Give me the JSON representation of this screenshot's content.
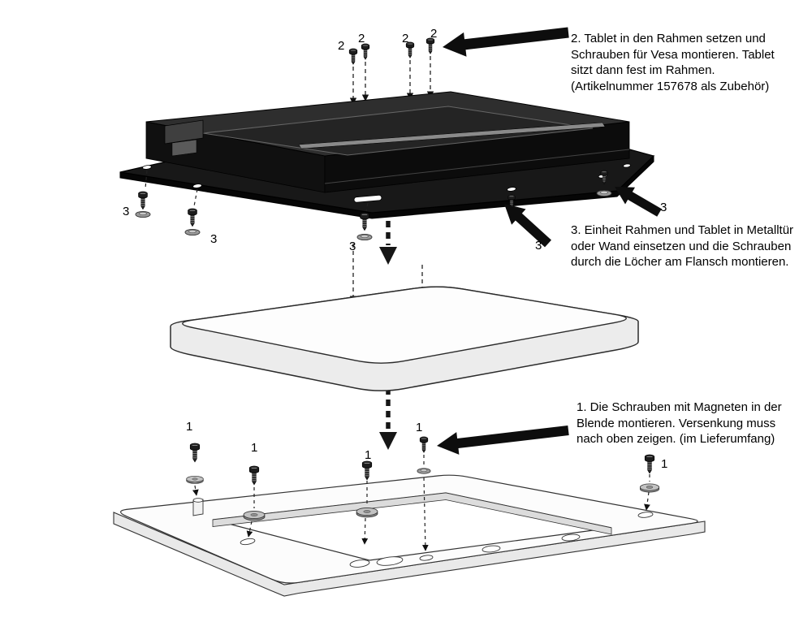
{
  "figure": {
    "type": "assembly-instructions",
    "language": "de"
  },
  "steps": {
    "step2": {
      "label": "2",
      "text": "2. Tablet in den Rahmen setzen und\nSchrauben für Vesa montieren. Tablet\nsitzt dann fest im Rahmen.\n(Artikelnummer 157678 als Zubehör)"
    },
    "step3": {
      "label": "3",
      "text": "3. Einheit Rahmen und Tablet in Metalltür\noder Wand einsetzen und die Schrauben\ndurch die Löcher am Flansch montieren."
    },
    "step1": {
      "label": "1",
      "text": "1. Die Schrauben mit Magneten in der\nBlende montieren. Versenkung muss\nnach oben zeigen. (im Lieferumfang)"
    }
  },
  "callouts": {
    "vesa_screw": "2",
    "flange_screw": "3",
    "magnet_screw": "1"
  },
  "colors": {
    "ink": "#000000",
    "frame_black": "#262626",
    "metal_gray": "#a9a9a9",
    "paper": "#ffffff"
  }
}
